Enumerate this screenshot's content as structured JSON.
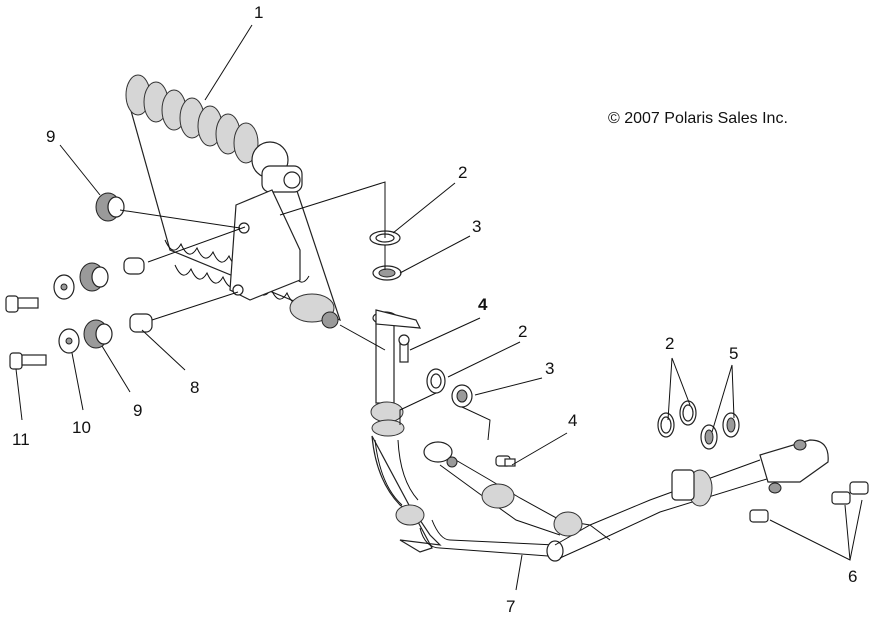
{
  "copyright": "© 2007 Polaris Sales Inc.",
  "callouts": {
    "c1": "1",
    "c2a": "2",
    "c3a": "3",
    "c4a": "4",
    "c2b": "2",
    "c3b": "3",
    "c4b": "4",
    "c2c": "2",
    "c5": "5",
    "c6": "6",
    "c7": "7",
    "c8": "8",
    "c9a": "9",
    "c9b": "9",
    "c10": "10",
    "c11": "11"
  }
}
